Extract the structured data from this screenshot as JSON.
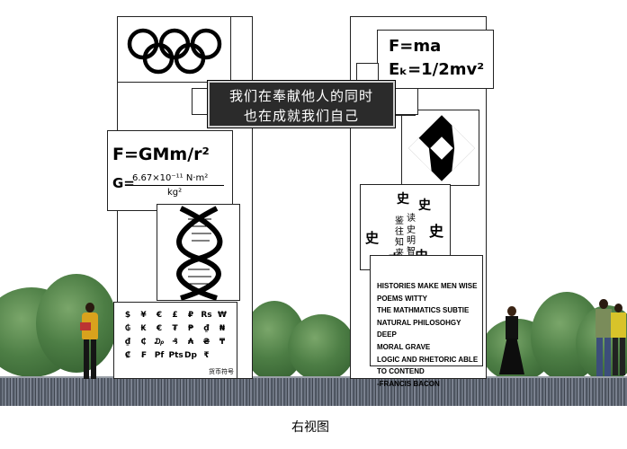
{
  "left_tower": {
    "gravity_formula": "F=GMm/r²",
    "gravity_constant": {
      "prefix": "G=",
      "numerator": "6.67×10⁻¹¹ N·m²",
      "denominator": "kg²"
    },
    "currency_caption": "货币符号",
    "currency_rows": [
      [
        "$",
        "¥",
        "€",
        "£",
        "₽",
        "Rs",
        "₩"
      ],
      [
        "₲",
        "₭",
        "€",
        "₮",
        "₱",
        "₫",
        "₦"
      ],
      [
        "₫",
        "₵",
        "₯",
        "₰",
        "₳",
        "₴",
        "₸"
      ],
      [
        "₡",
        "₣",
        "Pf",
        "Pts",
        "Dp",
        "₹",
        ""
      ]
    ]
  },
  "banner": {
    "line1": "我们在奉献他人的同时",
    "line2": "也在成就我们自己"
  },
  "right_tower": {
    "formula_line1": "F=ma",
    "formula_line2": "Eₖ=1/2mv²",
    "seal_center": [
      "读",
      "鉴",
      "史",
      "往",
      "明",
      "知",
      "智",
      "来"
    ],
    "seal_ring": [
      "史",
      "史",
      "史",
      "史",
      "史",
      "史"
    ],
    "bacon_lines": [
      "HISTORIES MAKE MEN WISE",
      "POEMS WITTY",
      "THE MATHMATICS SUBTIE",
      "NATURAL PHILOSOHGY DEEP",
      "MORAL GRAVE",
      "LOGIC AND RHETORIC ABLE",
      "TO CONTEND",
      "-FRANCIS BACON"
    ]
  },
  "caption": "右视图",
  "colors": {
    "banner_bg": "#2b2b2b",
    "ground": "#5a616c",
    "foliage": "#4d7e45"
  },
  "icons": [
    "olympic-rings-icon",
    "dna-helix-icon",
    "square-spiral-logo-icon",
    "seal-calligraphy-icon"
  ]
}
